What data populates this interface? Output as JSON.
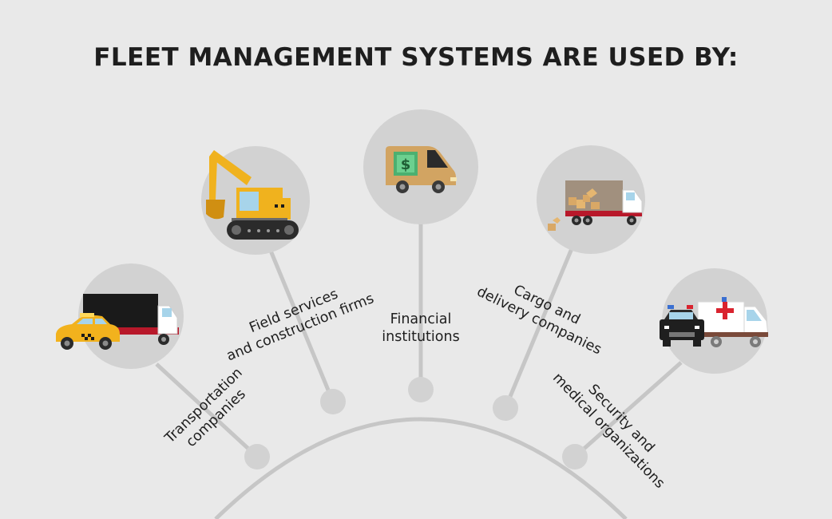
{
  "title": "FLEET MANAGEMENT SYSTEMS ARE USED BY:",
  "colors": {
    "background": "#e9e9e9",
    "circle": "#d2d2d2",
    "connector": "#c6c6c6",
    "text": "#1e1e1e",
    "taxi_yellow": "#f2b21d",
    "excavator_yellow": "#f0b21e",
    "van_tan": "#d2a462",
    "truck_red": "#b8182a",
    "cargo_box": "#a1907e"
  },
  "categories": [
    {
      "id": "transportation",
      "line1": "Transportation",
      "line2": "companies",
      "icon": "taxi-and-truck-icon"
    },
    {
      "id": "field-services",
      "line1": "Field services",
      "line2": "and construction firms",
      "icon": "excavator-icon"
    },
    {
      "id": "financial",
      "line1": "Financial",
      "line2": "institutions",
      "icon": "cash-van-icon"
    },
    {
      "id": "cargo",
      "line1": "Cargo and",
      "line2": "delivery companies",
      "icon": "cargo-truck-icon"
    },
    {
      "id": "security-medical",
      "line1": "Security and",
      "line2": "medical organizations",
      "icon": "police-car-and-ambulance-icon"
    }
  ]
}
